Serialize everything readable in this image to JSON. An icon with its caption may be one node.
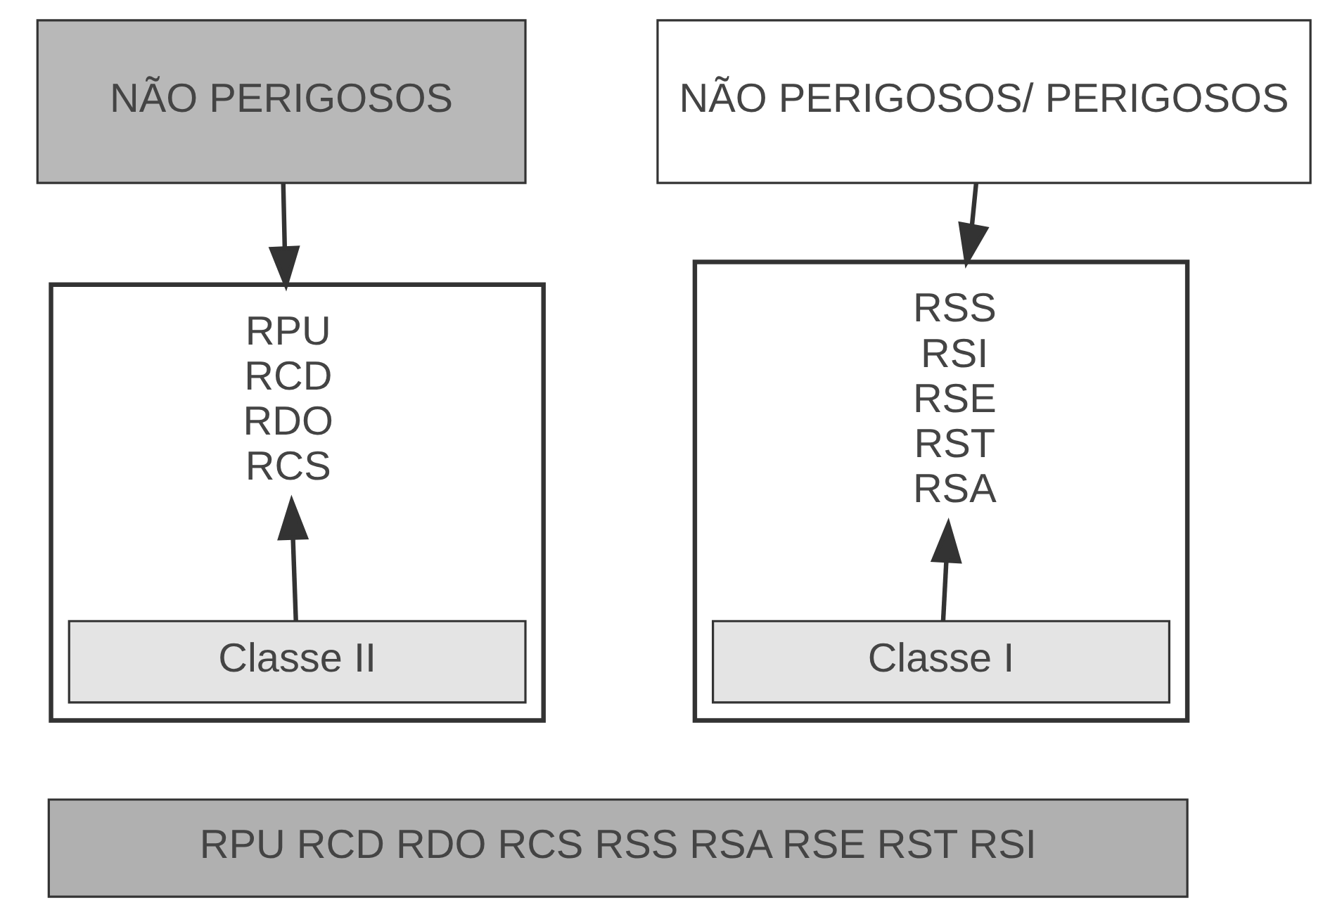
{
  "diagram": {
    "nodes": [
      {
        "text": [
          "NÃO PERIGOSOS"
        ]
      },
      {
        "text": [
          "NÃO PERIGOSOS/ PERIGOSOS"
        ]
      },
      {
        "text": [],
        "shape": "box"
      },
      {
        "text": [
          "RPU",
          "RCD",
          "RDO",
          "RCS"
        ],
        "in": 2
      },
      {
        "text": [
          "Classe II"
        ],
        "in": 2
      },
      {
        "text": [],
        "shape": "box"
      },
      {
        "text": [
          "RSS",
          "RSI",
          "RSE",
          "RST",
          "RSA"
        ],
        "in": 5
      },
      {
        "text": [
          "Classe I"
        ],
        "in": 5
      },
      {
        "text": [
          "RPU RCD RDO RCS RSS RSA RSE RST RSI"
        ]
      }
    ],
    "edges": [
      {
        "from": 0,
        "to": 2,
        "arrow": "to"
      },
      {
        "from": 1,
        "to": 5,
        "arrow": "to"
      },
      {
        "from": 4,
        "to": 3,
        "arrow": "to"
      },
      {
        "from": 7,
        "to": 6,
        "arrow": "to"
      }
    ]
  }
}
